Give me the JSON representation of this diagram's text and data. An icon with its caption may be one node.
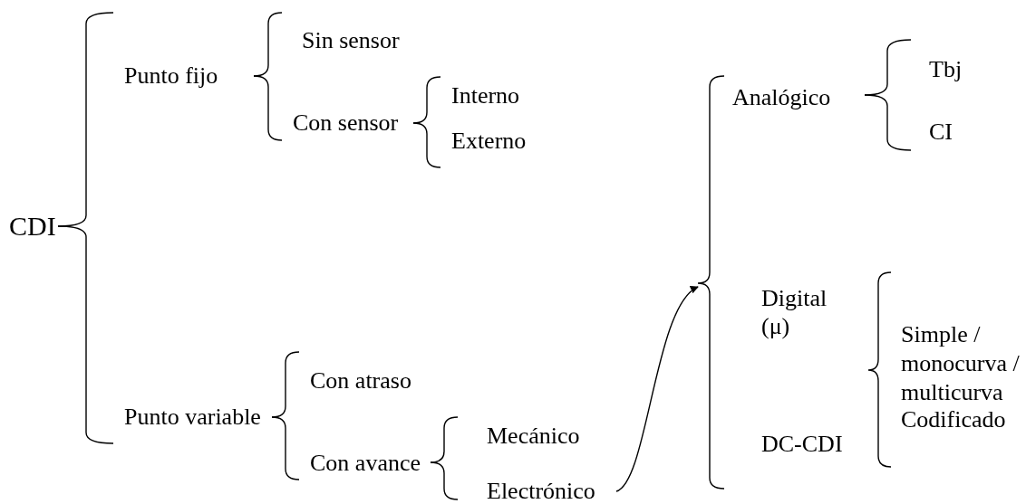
{
  "diagram": {
    "nodes": [
      {
        "text": [
          "CDI"
        ]
      },
      {
        "text": [
          "Punto fijo"
        ]
      },
      {
        "text": [
          "Sin sensor"
        ]
      },
      {
        "text": [
          "Con sensor"
        ]
      },
      {
        "text": [
          "Interno"
        ]
      },
      {
        "text": [
          "Externo"
        ]
      },
      {
        "text": [
          "Punto variable"
        ]
      },
      {
        "text": [
          "Con atraso"
        ]
      },
      {
        "text": [
          "Con avance"
        ]
      },
      {
        "text": [
          "Mecánico"
        ]
      },
      {
        "text": [
          "Electrónico"
        ]
      },
      {
        "text": [],
        "shape": "brace"
      },
      {
        "text": [
          "Analógico"
        ]
      },
      {
        "text": [
          "Tbj"
        ]
      },
      {
        "text": [
          "CI"
        ]
      },
      {
        "text": [
          "Digital (μ)"
        ]
      },
      {
        "text": [
          "DC-CDI"
        ]
      },
      {
        "text": [],
        "shape": "brace"
      },
      {
        "text": [
          "Simple / monocurva / multicurva"
        ]
      },
      {
        "text": [
          "Codificado"
        ]
      }
    ],
    "edges": [
      {
        "from": 0,
        "to": 1,
        "arrow": "none"
      },
      {
        "from": 0,
        "to": 6,
        "arrow": "none"
      },
      {
        "from": 1,
        "to": 2,
        "arrow": "none"
      },
      {
        "from": 1,
        "to": 3,
        "arrow": "none"
      },
      {
        "from": 3,
        "to": 4,
        "arrow": "none"
      },
      {
        "from": 3,
        "to": 5,
        "arrow": "none"
      },
      {
        "from": 6,
        "to": 7,
        "arrow": "none"
      },
      {
        "from": 6,
        "to": 8,
        "arrow": "none"
      },
      {
        "from": 8,
        "to": 9,
        "arrow": "none"
      },
      {
        "from": 8,
        "to": 10,
        "arrow": "none"
      },
      {
        "from": 10,
        "to": 11,
        "arrow": "to"
      },
      {
        "from": 11,
        "to": 12,
        "arrow": "none"
      },
      {
        "from": 11,
        "to": 16,
        "arrow": "none"
      },
      {
        "from": 12,
        "to": 13,
        "arrow": "none"
      },
      {
        "from": 12,
        "to": 14,
        "arrow": "none"
      },
      {
        "from": 17,
        "to": 18,
        "arrow": "none"
      },
      {
        "from": 17,
        "to": 19,
        "arrow": "none"
      }
    ]
  }
}
